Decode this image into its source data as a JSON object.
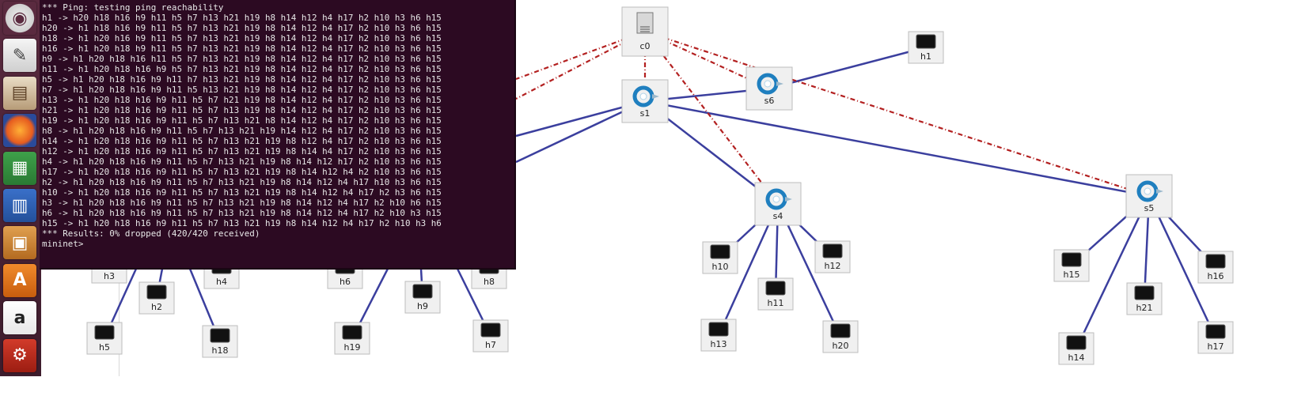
{
  "launcher": {
    "icons": [
      "ubuntu-search-icon",
      "text-editor-icon",
      "file-manager-icon",
      "firefox-icon",
      "spreadsheet-icon",
      "writer-icon",
      "impress-icon",
      "software-center-icon",
      "amazon-icon",
      "settings-icon"
    ],
    "amazon_glyph": "a",
    "software_glyph": "A"
  },
  "terminal": {
    "header": "*** Ping: testing ping reachability",
    "lines": [
      "h1 -> h20 h18 h16 h9 h11 h5 h7 h13 h21 h19 h8 h14 h12 h4 h17 h2 h10 h3 h6 h15",
      "h20 -> h1 h18 h16 h9 h11 h5 h7 h13 h21 h19 h8 h14 h12 h4 h17 h2 h10 h3 h6 h15",
      "h18 -> h1 h20 h16 h9 h11 h5 h7 h13 h21 h19 h8 h14 h12 h4 h17 h2 h10 h3 h6 h15",
      "h16 -> h1 h20 h18 h9 h11 h5 h7 h13 h21 h19 h8 h14 h12 h4 h17 h2 h10 h3 h6 h15",
      "h9 -> h1 h20 h18 h16 h11 h5 h7 h13 h21 h19 h8 h14 h12 h4 h17 h2 h10 h3 h6 h15",
      "h11 -> h1 h20 h18 h16 h9 h5 h7 h13 h21 h19 h8 h14 h12 h4 h17 h2 h10 h3 h6 h15",
      "h5 -> h1 h20 h18 h16 h9 h11 h7 h13 h21 h19 h8 h14 h12 h4 h17 h2 h10 h3 h6 h15",
      "h7 -> h1 h20 h18 h16 h9 h11 h5 h13 h21 h19 h8 h14 h12 h4 h17 h2 h10 h3 h6 h15",
      "h13 -> h1 h20 h18 h16 h9 h11 h5 h7 h21 h19 h8 h14 h12 h4 h17 h2 h10 h3 h6 h15",
      "h21 -> h1 h20 h18 h16 h9 h11 h5 h7 h13 h19 h8 h14 h12 h4 h17 h2 h10 h3 h6 h15",
      "h19 -> h1 h20 h18 h16 h9 h11 h5 h7 h13 h21 h8 h14 h12 h4 h17 h2 h10 h3 h6 h15",
      "h8 -> h1 h20 h18 h16 h9 h11 h5 h7 h13 h21 h19 h14 h12 h4 h17 h2 h10 h3 h6 h15",
      "h14 -> h1 h20 h18 h16 h9 h11 h5 h7 h13 h21 h19 h8 h12 h4 h17 h2 h10 h3 h6 h15",
      "h12 -> h1 h20 h18 h16 h9 h11 h5 h7 h13 h21 h19 h8 h14 h4 h17 h2 h10 h3 h6 h15",
      "h4 -> h1 h20 h18 h16 h9 h11 h5 h7 h13 h21 h19 h8 h14 h12 h17 h2 h10 h3 h6 h15",
      "h17 -> h1 h20 h18 h16 h9 h11 h5 h7 h13 h21 h19 h8 h14 h12 h4 h2 h10 h3 h6 h15",
      "h2 -> h1 h20 h18 h16 h9 h11 h5 h7 h13 h21 h19 h8 h14 h12 h4 h17 h10 h3 h6 h15",
      "h10 -> h1 h20 h18 h16 h9 h11 h5 h7 h13 h21 h19 h8 h14 h12 h4 h17 h2 h3 h6 h15",
      "h3 -> h1 h20 h18 h16 h9 h11 h5 h7 h13 h21 h19 h8 h14 h12 h4 h17 h2 h10 h6 h15",
      "h6 -> h1 h20 h18 h16 h9 h11 h5 h7 h13 h21 h19 h8 h14 h12 h4 h17 h2 h10 h3 h15",
      "h15 -> h1 h20 h18 h16 h9 h11 h5 h7 h13 h21 h19 h8 h14 h12 h4 h17 h2 h10 h3 h6"
    ],
    "results": "*** Results: 0% dropped (420/420 received)",
    "prompt": "mininet>"
  },
  "topology": {
    "controller": {
      "id": "c0",
      "label": "c0"
    },
    "switches": [
      {
        "id": "s1",
        "label": "s1"
      },
      {
        "id": "s4",
        "label": "s4"
      },
      {
        "id": "s5",
        "label": "s5"
      },
      {
        "id": "s6",
        "label": "s6"
      }
    ],
    "hosts": [
      "h1",
      "h2",
      "h3",
      "h4",
      "h5",
      "h6",
      "h7",
      "h8",
      "h9",
      "h10",
      "h11",
      "h12",
      "h13",
      "h14",
      "h15",
      "h16",
      "h17",
      "h18",
      "h19",
      "h20",
      "h21"
    ],
    "colors": {
      "data_link": "#3b3f9e",
      "control_link": "#b32020",
      "switch_blue": "#1f7fbf"
    }
  }
}
